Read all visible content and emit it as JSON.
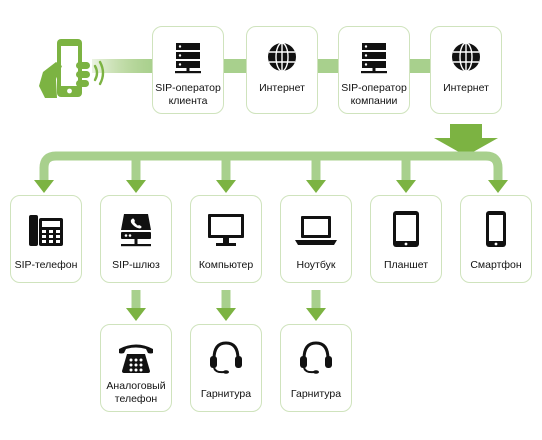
{
  "colors": {
    "accent_green": "#7cb342",
    "light_green": "#a8d08d",
    "border": "#cfe3bd",
    "icon": "#111111"
  },
  "top_row": [
    {
      "label": "SIP-оператор клиента",
      "icon": "server-icon"
    },
    {
      "label": "Интернет",
      "icon": "globe-icon"
    },
    {
      "label": "SIP-оператор компании",
      "icon": "server-icon"
    },
    {
      "label": "Интернет",
      "icon": "globe-icon"
    }
  ],
  "devices": [
    {
      "label": "SIP-телефон",
      "icon": "desk-phone-icon"
    },
    {
      "label": "SIP-шлюз",
      "icon": "gateway-icon"
    },
    {
      "label": "Компьютер",
      "icon": "monitor-icon"
    },
    {
      "label": "Ноутбук",
      "icon": "laptop-icon"
    },
    {
      "label": "Планшет",
      "icon": "tablet-icon"
    },
    {
      "label": "Смартфон",
      "icon": "smartphone-icon"
    }
  ],
  "endpoints": [
    {
      "label": "Аналоговый телефон",
      "icon": "analog-phone-icon"
    },
    {
      "label": "Гарнитура",
      "icon": "headset-icon"
    },
    {
      "label": "Гарнитура",
      "icon": "headset-icon"
    }
  ]
}
